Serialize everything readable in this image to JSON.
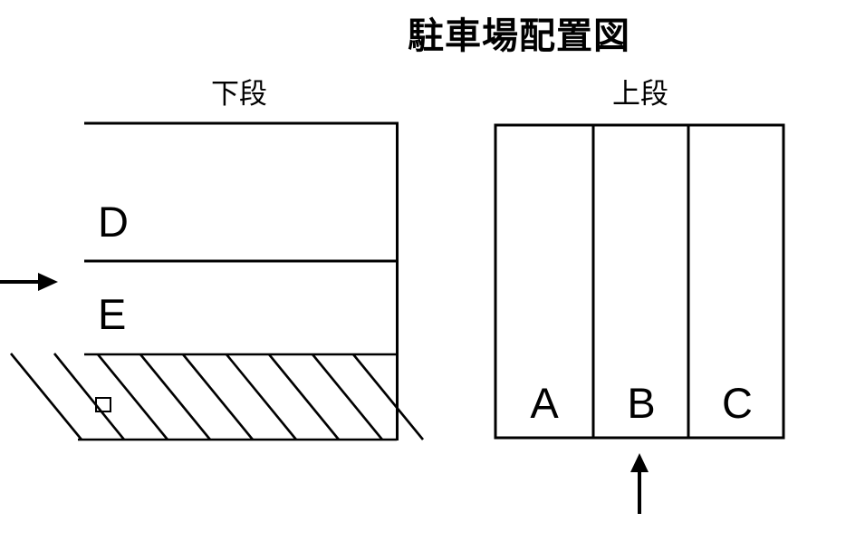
{
  "title": "駐車場配置図",
  "diagram": {
    "lower_section": {
      "label": "下段",
      "rows": [
        {
          "label": "D"
        },
        {
          "label": "E"
        }
      ],
      "hatched_area": "diagonal-striped strip below row E with small square marker",
      "open_side": "left"
    },
    "upper_section": {
      "label": "上段",
      "columns": [
        {
          "label": "A"
        },
        {
          "label": "B"
        },
        {
          "label": "C"
        }
      ],
      "open_side": "none"
    },
    "arrows": [
      {
        "name": "lower-entrance-arrow",
        "direction": "right",
        "points_at": "row E entrance (left side of lower section)"
      },
      {
        "name": "upper-entrance-arrow",
        "direction": "up",
        "points_at": "column B entrance (bottom of upper section)"
      }
    ],
    "colors": {
      "line": "#000000",
      "background": "#ffffff"
    }
  }
}
